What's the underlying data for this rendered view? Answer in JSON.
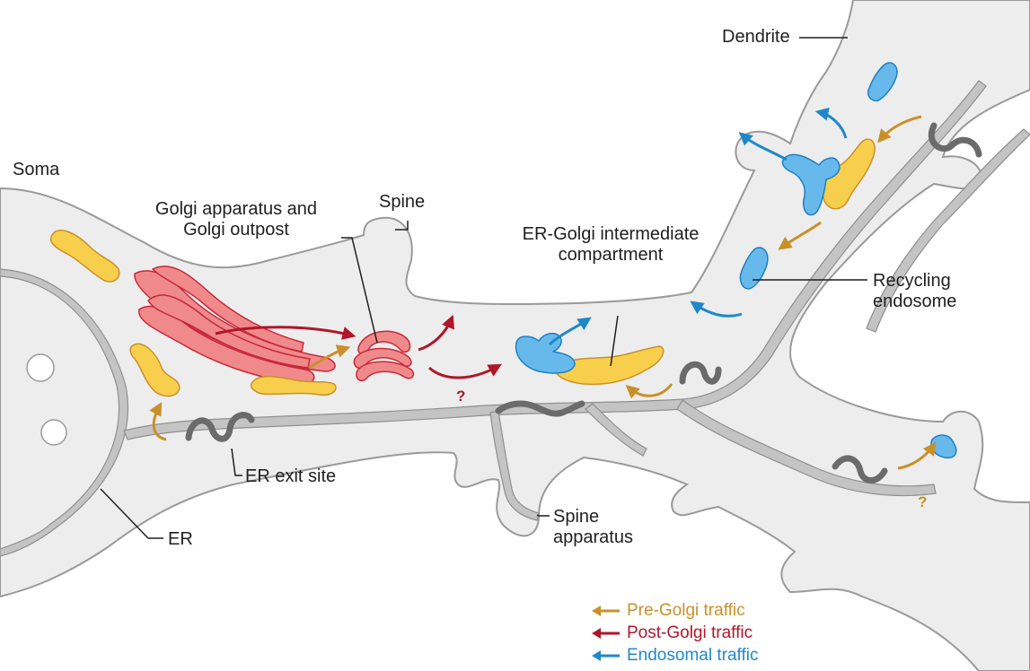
{
  "labels": {
    "soma": "Soma",
    "dendrite": "Dendrite",
    "spine": "Spine",
    "golgi_line1": "Golgi apparatus and",
    "golgi_line2": "Golgi outpost",
    "ergic_line1": "ER-Golgi intermediate",
    "ergic_line2": "compartment",
    "recycling_line1": "Recycling",
    "recycling_line2": "endosome",
    "er_exit_site": "ER exit site",
    "er": "ER",
    "spine_apparatus_line1": "Spine",
    "spine_apparatus_line2": "apparatus",
    "question_mark": "?"
  },
  "legend": [
    {
      "label": "Pre-Golgi traffic",
      "color": "#c9902a"
    },
    {
      "label": "Post-Golgi traffic",
      "color": "#b0162a"
    },
    {
      "label": "Endosomal traffic",
      "color": "#1f88c9"
    }
  ],
  "colors": {
    "cell_fill": "#ededed",
    "cell_outline": "#9a9a9a",
    "er_fill": "#c4c4c4",
    "er_exit": "#6b6b6b",
    "golgi_fill": "#f08a8a",
    "golgi_outline": "#c8283a",
    "pre_golgi_fill": "#f8cf4c",
    "pre_golgi_outline": "#c9902a",
    "endosome_fill": "#67b9ec",
    "endosome_outline": "#1f7fc0",
    "text": "#1f1f1f",
    "leader_line": "#1f1f1f"
  }
}
